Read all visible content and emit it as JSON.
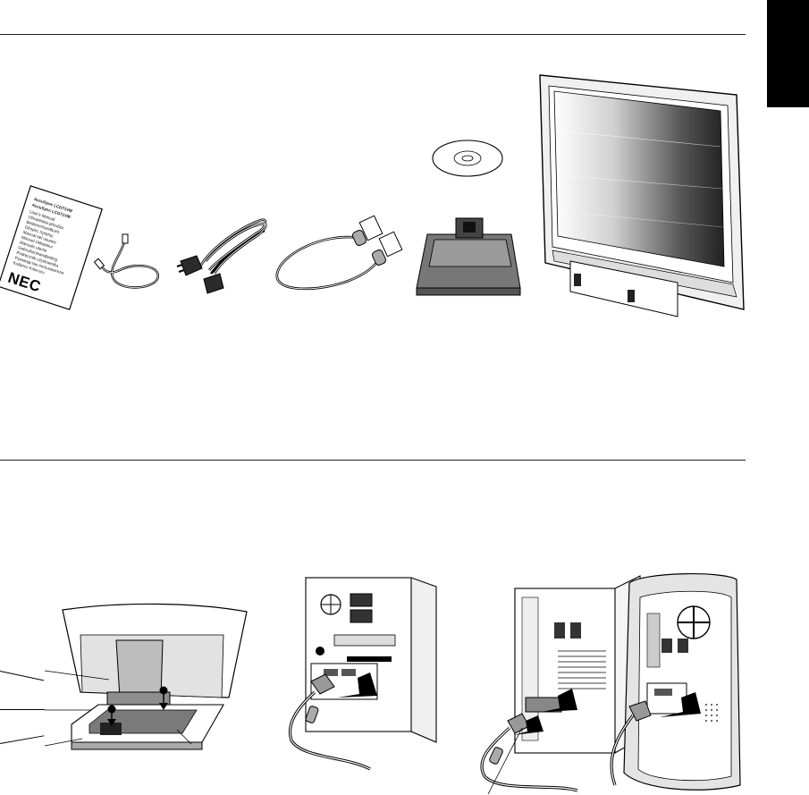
{
  "booklet": {
    "title_lines": [
      "AccuSync LCD71VM",
      "AccuSync LCD71VM"
    ],
    "languages": [
      "User's Manual",
      "Uživatelská příručka",
      "Bedienerhandbuch",
      "Οδηγίες Χρήσης",
      "Manual del usuario",
      "Manuel Utilisateur",
      "Manuale utente",
      "Gebruikershandleiding",
      "Podręcznik użytkownika",
      "Руководство пользователя",
      "Kullanıcı Kılavuzu"
    ],
    "brand": "NEC"
  },
  "layout_parts": {
    "language_tab_color": "#000000",
    "rule_color": "#222222"
  }
}
